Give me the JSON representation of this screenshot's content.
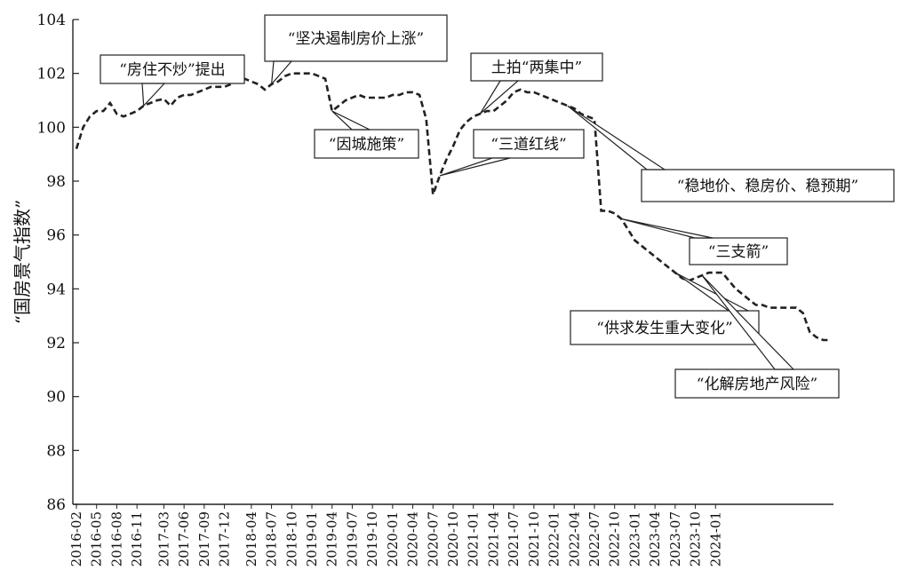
{
  "chart_data": {
    "type": "line",
    "title": "",
    "xlabel": "",
    "ylabel": "“国房景气指数”",
    "ylim": [
      86,
      104
    ],
    "yticks": [
      86,
      88,
      90,
      92,
      94,
      96,
      98,
      100,
      102,
      104
    ],
    "grid": false,
    "line_style": "dashed",
    "line_color": "#222222",
    "x_start": "2016-02",
    "x_tick_labels": [
      "2016-02",
      "2016-05",
      "2016-08",
      "2016-11",
      "2017-03",
      "2017-06",
      "2017-09",
      "2017-12",
      "2018-04",
      "2018-07",
      "2018-10",
      "2019-01",
      "2019-04",
      "2019-07",
      "2019-10",
      "2020-01",
      "2020-04",
      "2020-07",
      "2020-10",
      "2021-01",
      "2021-04",
      "2021-07",
      "2021-10",
      "2022-01",
      "2022-04",
      "2022-07",
      "2022-10",
      "2023-01",
      "2023-04",
      "2023-07",
      "2023-10",
      "2024-01"
    ],
    "series": [
      {
        "values": [
          99.2,
          100.0,
          100.4,
          100.6,
          100.6,
          100.9,
          100.5,
          100.4,
          100.5,
          100.6,
          100.8,
          100.9,
          101.0,
          101.05,
          100.8,
          101.1,
          101.2,
          101.2,
          101.3,
          101.4,
          101.5,
          101.5,
          101.5,
          101.6,
          101.7,
          101.8,
          101.7,
          101.6,
          101.4,
          101.6,
          101.7,
          101.9,
          102.0,
          102.0,
          102.0,
          102.0,
          101.9,
          101.8,
          100.6,
          100.8,
          101.0,
          101.1,
          101.2,
          101.1,
          101.1,
          101.1,
          101.1,
          101.2,
          101.2,
          101.3,
          101.3,
          101.2,
          100.3,
          97.5,
          98.2,
          98.8,
          99.3,
          99.9,
          100.2,
          100.4,
          100.5,
          100.6,
          100.6,
          100.8,
          101.0,
          101.3,
          101.4,
          101.3,
          101.3,
          101.2,
          101.1,
          101.0,
          100.9,
          100.8,
          100.7,
          100.5,
          100.4,
          100.3,
          96.9,
          96.9,
          96.8,
          96.6,
          96.2,
          95.8,
          95.6,
          95.4,
          95.2,
          95.0,
          94.8,
          94.6,
          94.4,
          94.3,
          94.4,
          94.5,
          94.6,
          94.6,
          94.6,
          94.3,
          94.0,
          93.8,
          93.6,
          93.4,
          93.4,
          93.3,
          93.3,
          93.3,
          93.3,
          93.3,
          93.1,
          92.4,
          92.2,
          92.1,
          92.1
        ]
      }
    ],
    "annotations": [
      {
        "text": "“房住不炒”提出",
        "date": "2016-12"
      },
      {
        "text": "“坚决遏制房价上涨”",
        "date": "2018-07"
      },
      {
        "text": "“因城施策”",
        "date": "2019-04"
      },
      {
        "text": "土拍“两集中”",
        "date": "2021-02"
      },
      {
        "text": "“三道红线”",
        "date": "2020-08"
      },
      {
        "text": "“稳地价、稳房价、稳预期”",
        "date": "2022-03"
      },
      {
        "text": "“三支箭”",
        "date": "2022-11"
      },
      {
        "text": "“供求发生重大变化”",
        "date": "2023-07"
      },
      {
        "text": "“化解房地产风险”",
        "date": "2023-11"
      }
    ]
  }
}
